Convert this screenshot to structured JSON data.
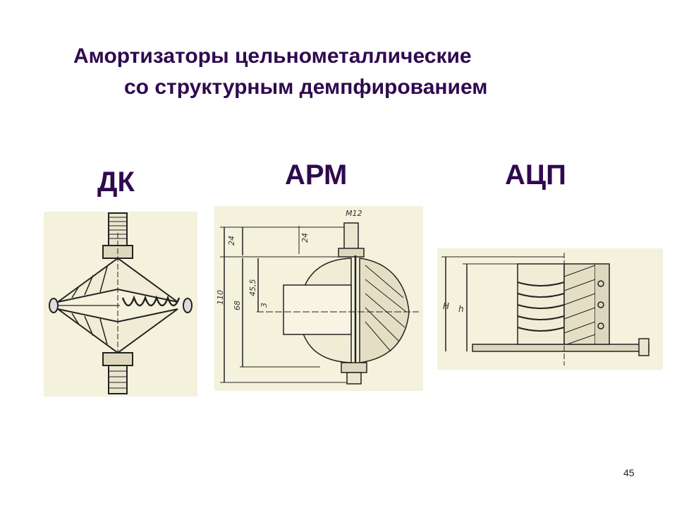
{
  "slide": {
    "title_line1": "Амортизаторы цельнометаллические",
    "title_line2": "со структурным демпфированием",
    "labels": [
      "ДК",
      "АРМ",
      "АЦП"
    ],
    "drawing_dims": {
      "arm": [
        "М12",
        "24",
        "24",
        "110",
        "68",
        "45,5",
        "3"
      ],
      "acp": [
        "H",
        "h"
      ]
    },
    "page_number": "45"
  }
}
